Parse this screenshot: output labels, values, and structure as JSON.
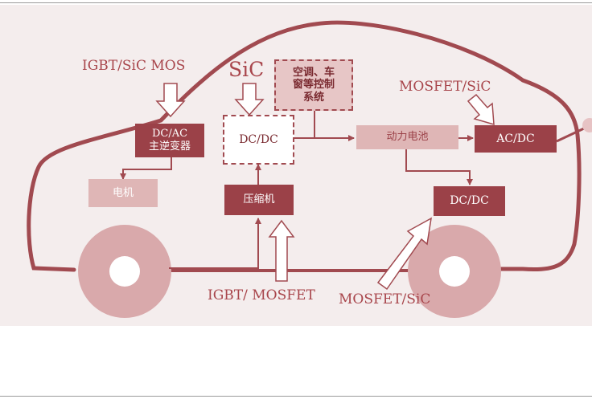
{
  "labels": {
    "igbt_sic_mos": "IGBT/SiC MOS",
    "sic": "SiC",
    "mosfet_sic_top": "MOSFET/SiC",
    "igbt_mosfet": "IGBT/ MOSFET",
    "mosfet_sic_bottom": "MOSFET/SiC"
  },
  "boxes": {
    "dcac_line1": "DC/AC",
    "dcac_line2": "主逆变器",
    "dcdc_center": "DC/DC",
    "aircon_line1": "空调、车",
    "aircon_line2": "窗等控制",
    "aircon_line3": "系统",
    "battery": "动力电池",
    "acdc": "AC/DC",
    "motor": "电机",
    "compressor": "压缩机",
    "dcdc_right": "DC/DC"
  },
  "colors": {
    "dark_box": "#9b4148",
    "light_box": "#dfb6b6",
    "outline": "#a14a50",
    "wheel": "#d9a9ab",
    "panel": "#f4eded"
  }
}
